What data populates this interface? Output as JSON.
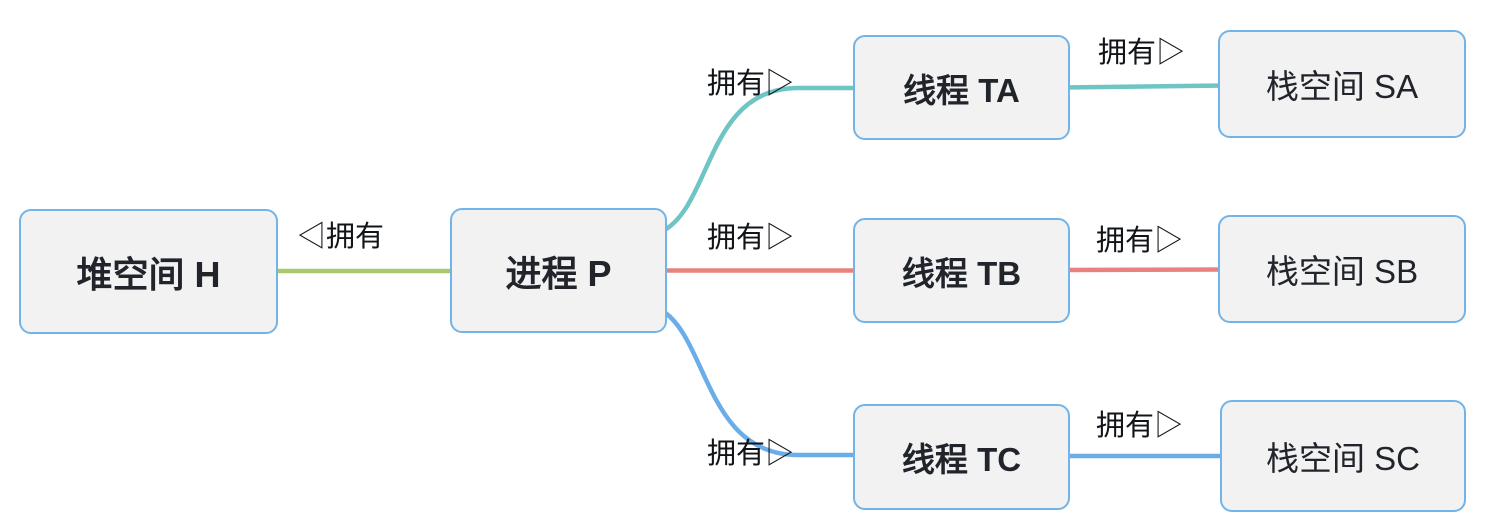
{
  "nodes": {
    "h": {
      "label": "堆空间 H"
    },
    "p": {
      "label": "进程 P"
    },
    "ta": {
      "label": "线程 TA"
    },
    "tb": {
      "label": "线程 TB"
    },
    "tc": {
      "label": "线程 TC"
    },
    "sa": {
      "label": "栈空间 SA"
    },
    "sb": {
      "label": "栈空间 SB"
    },
    "sc": {
      "label": "栈空间 SC"
    }
  },
  "edge_labels": {
    "h_p": "◁拥有",
    "p_ta": "拥有▷",
    "p_tb": "拥有▷",
    "p_tc": "拥有▷",
    "ta_sa": "拥有▷",
    "tb_sb": "拥有▷",
    "tc_sc": "拥有▷"
  },
  "colors": {
    "edge_green": "#a9c86f",
    "edge_teal": "#6ec5c3",
    "edge_red": "#e8827f",
    "edge_blue": "#6aade8",
    "node_border": "#72b4e8",
    "node_fill": "#f2f2f3",
    "node_text": "#21252b",
    "label_text": "#111418"
  }
}
